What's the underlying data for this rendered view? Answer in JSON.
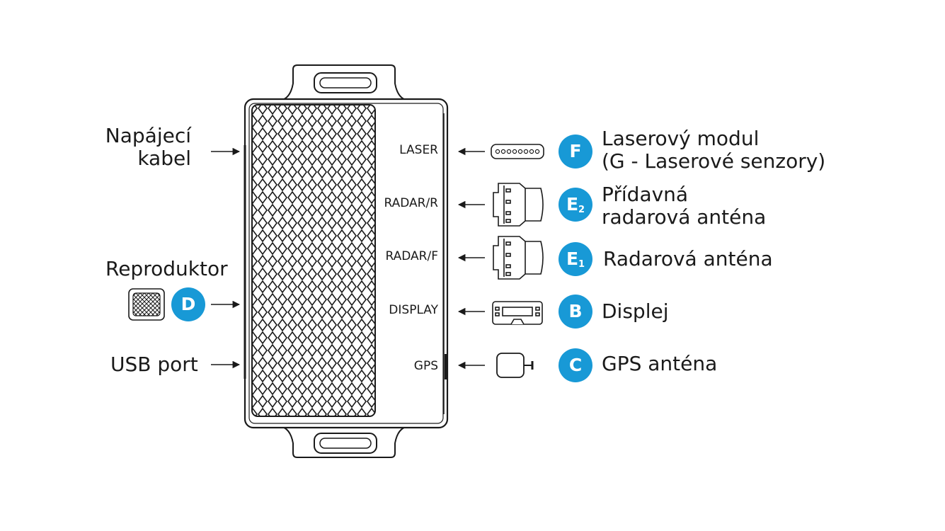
{
  "left_labels": {
    "power_cable": [
      "Napájecí",
      "kabel"
    ],
    "speaker": "Reproduktor",
    "speaker_badge": "D",
    "usb_port": "USB port"
  },
  "ports": {
    "laser": "LASER",
    "radar_r": "RADAR/R",
    "radar_f": "RADAR/F",
    "display": "DISPLAY",
    "gps": "GPS"
  },
  "components": [
    {
      "badge": "F",
      "badge_sub": "",
      "lines": [
        "Laserový modul",
        "(G - Laserové senzory)"
      ]
    },
    {
      "badge": "E",
      "badge_sub": "2",
      "lines": [
        "Přídavná",
        "radarová anténa"
      ]
    },
    {
      "badge": "E",
      "badge_sub": "1",
      "lines": [
        "Radarová anténa"
      ]
    },
    {
      "badge": "B",
      "badge_sub": "",
      "lines": [
        "Displej"
      ]
    },
    {
      "badge": "C",
      "badge_sub": "",
      "lines": [
        "GPS anténa"
      ]
    }
  ],
  "colors": {
    "badge": "#1899d6",
    "line": "#1a1a1a",
    "background": "#ffffff"
  }
}
